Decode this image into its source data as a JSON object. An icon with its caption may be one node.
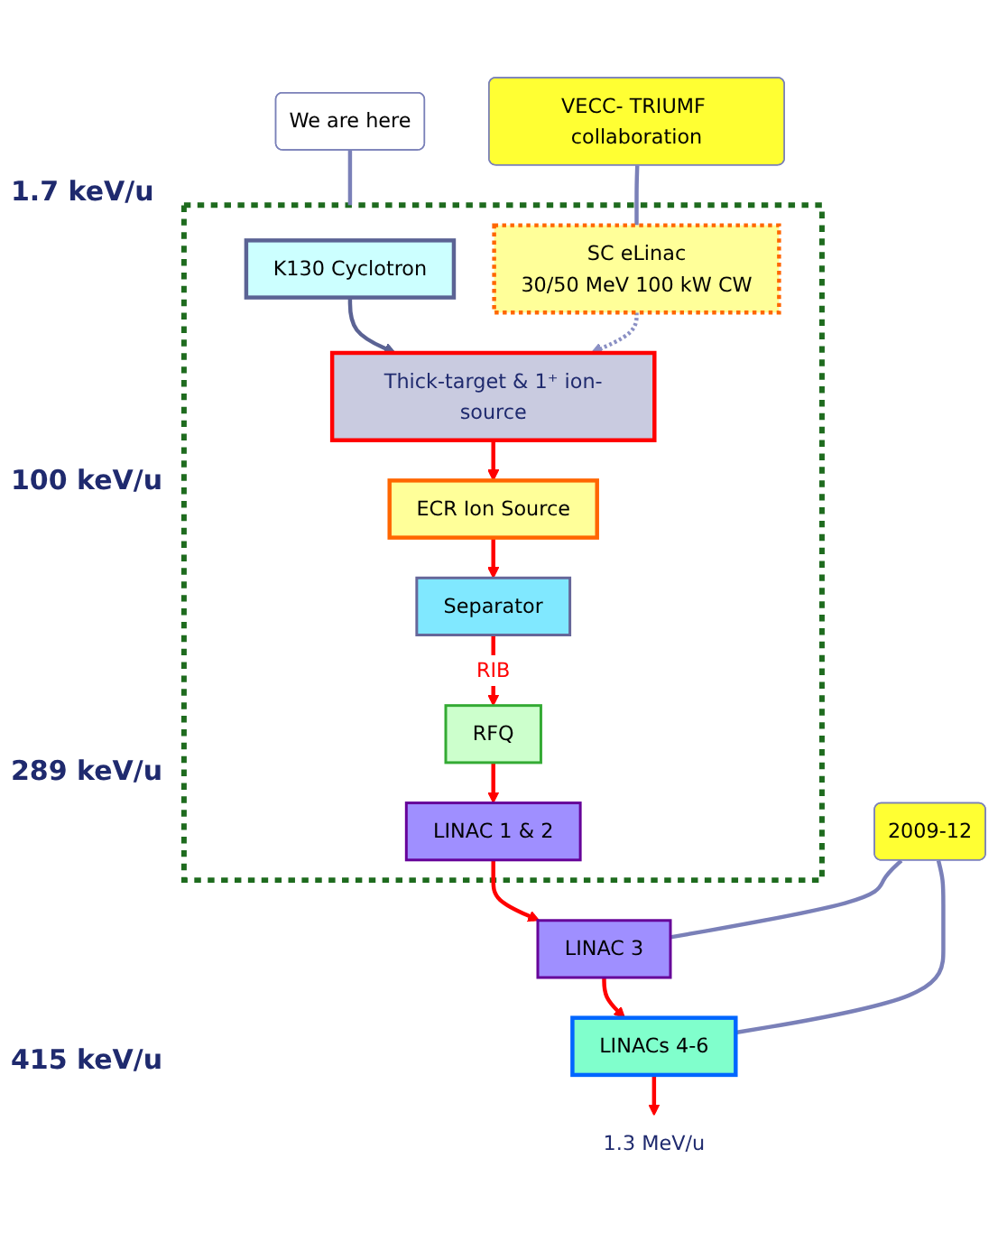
{
  "diagram": {
    "nodes": [
      {
        "text": [],
        "shape": "box"
      },
      {
        "text": [
          "K130 Cyclotron"
        ],
        "in": 0
      },
      {
        "text": [
          "SC eLinac",
          "30/50 MeV 100 kW CW"
        ],
        "in": 0
      },
      {
        "text": [
          "Thick-target & 1⁺ ion-source"
        ],
        "in": 0
      },
      {
        "text": [
          "ECR Ion Source"
        ],
        "in": 0
      },
      {
        "text": [
          "Separator"
        ],
        "in": 0
      },
      {
        "text": [
          "RFQ"
        ],
        "in": 0
      },
      {
        "text": [
          "LINAC 1 & 2"
        ],
        "in": 0
      },
      {
        "text": [
          "LINAC 3"
        ]
      },
      {
        "text": [
          "LINACs 4-6"
        ]
      },
      {
        "text": [
          "1.3 MeV/u"
        ]
      },
      {
        "text": [
          "VECC- TRIUMF collaboration"
        ]
      },
      {
        "text": [
          "We are here"
        ]
      },
      {
        "text": [
          "2009-12"
        ]
      }
    ],
    "edges": [
      {
        "from": 1,
        "to": 3,
        "arrow": "to",
        "color": "#5b6394"
      },
      {
        "from": 2,
        "to": 3,
        "arrow": "to",
        "style": "dashed",
        "color": "#8a90c4"
      },
      {
        "from": 3,
        "to": 4,
        "arrow": "to"
      },
      {
        "from": 4,
        "to": 5,
        "arrow": "to"
      },
      {
        "from": 5,
        "to": 6,
        "arrow": "to",
        "label": "RIB"
      },
      {
        "from": 6,
        "to": 7,
        "arrow": "to"
      },
      {
        "from": 7,
        "to": 8,
        "arrow": "to"
      },
      {
        "from": 8,
        "to": 9,
        "arrow": "to"
      },
      {
        "from": 9,
        "to": 10,
        "arrow": "to"
      },
      {
        "from": 11,
        "to": 2,
        "arrow": "none",
        "color": "#7a80b8"
      },
      {
        "from": 12,
        "to": 0,
        "arrow": "none",
        "color": "#7a80b8"
      },
      {
        "from": 13,
        "to": 8,
        "arrow": "none",
        "color": "#7a80b8"
      },
      {
        "from": 13,
        "to": 9,
        "arrow": "none",
        "color": "#7a80b8"
      }
    ],
    "labels": [
      "1.7 keV/u",
      "100 keV/u",
      "289 keV/u",
      "415 keV/u"
    ]
  }
}
